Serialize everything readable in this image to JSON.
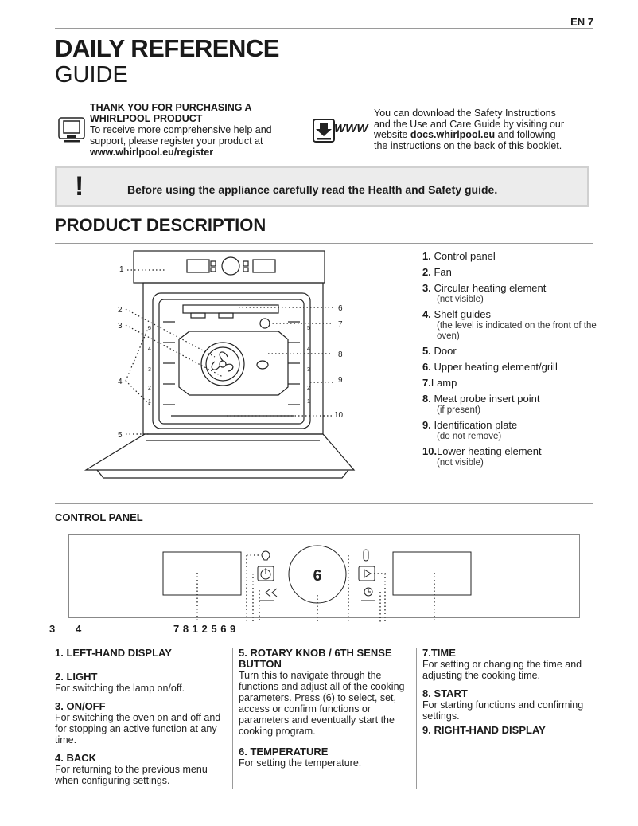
{
  "page_number": "EN 7",
  "title": {
    "line1": "DAILY REFERENCE",
    "line2": "GUIDE"
  },
  "register": {
    "heading_line1": "THANK YOU FOR PURCHASING A",
    "heading_line2": "WHIRLPOOL PRODUCT",
    "line1": "To receive more comprehensive help and",
    "line2": "support, please register your product at",
    "url": "www.whirlpool.eu/register"
  },
  "download": {
    "icon_label": "WWW",
    "line1": "You can download the Safety Instructions",
    "line2": "and the Use and Care Guide by visiting our",
    "line3_prefix": "website ",
    "line3_url": "docs.whirlpool.eu",
    "line3_suffix": " and following",
    "line4": "the instructions on the back of this booklet."
  },
  "warning": {
    "mark": "!",
    "text": "Before using the appliance carefully read the Health and Safety guide."
  },
  "product_description": {
    "title": "PRODUCT DESCRIPTION",
    "items": [
      {
        "num": "1.",
        "label": "Control panel",
        "note": ""
      },
      {
        "num": "2.",
        "label": "Fan",
        "note": ""
      },
      {
        "num": "3.",
        "label": "Circular heating element",
        "note": "(not visible)"
      },
      {
        "num": "4.",
        "label": "Shelf guides",
        "note": "(the level is indicated on the front of the oven)"
      },
      {
        "num": "5.",
        "label": "Door",
        "note": ""
      },
      {
        "num": "6.",
        "label": "Upper heating element/grill",
        "note": ""
      },
      {
        "num": "7.",
        "label": "Lamp",
        "note": ""
      },
      {
        "num": "8.",
        "label": "Meat probe insert point",
        "note": "(if present)"
      },
      {
        "num": "9.",
        "label": "Identification plate",
        "note": "(do not remove)"
      },
      {
        "num": "10.",
        "label": "Lower heating element",
        "note": "(not visible)"
      }
    ],
    "callouts": {
      "c1": "1",
      "c2": "2",
      "c3": "3",
      "c4": "4",
      "c5": "5",
      "c6": "6",
      "c7": "7",
      "c8": "8",
      "c9": "9",
      "c10": "10"
    },
    "levels": {
      "l1": "1",
      "l2": "2",
      "l3": "3",
      "l4": "4",
      "l5": "5"
    }
  },
  "control_panel": {
    "title": "CONTROL PANEL",
    "numbers": {
      "n3": "3",
      "n4": "4",
      "rest": "7 8 1 2 5 6 9"
    },
    "columns": [
      [
        {
          "heading": "1. LEFT-HAND DISPLAY",
          "text": ""
        },
        {
          "heading": "2. LIGHT",
          "text": "For switching the lamp on/off."
        },
        {
          "heading": "3. ON/OFF",
          "text": "For switching the oven on and off and for stopping an active function at any time."
        },
        {
          "heading": "4. BACK",
          "text": "For returning to the previous menu when configuring settings."
        }
      ],
      [
        {
          "heading": "5. ROTARY KNOB / 6TH SENSE BUTTON",
          "text": "Turn this to navigate through the functions and adjust all of the cooking parameters. Press (6) to select, set, access or confirm functions or parameters and eventually start the cooking program."
        },
        {
          "heading": "6. TEMPERATURE",
          "text": "For setting the temperature."
        }
      ],
      [
        {
          "heading": "7.TIME",
          "text": "For setting or changing the time and adjusting the cooking time."
        },
        {
          "heading": "8. START",
          "text": "For starting functions and confirming settings."
        },
        {
          "heading": "9. RIGHT-HAND DISPLAY",
          "text": ""
        }
      ]
    ]
  }
}
